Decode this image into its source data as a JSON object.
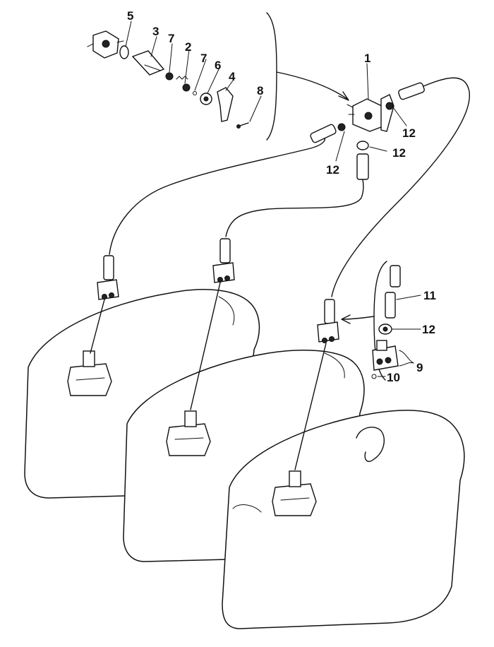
{
  "diagram": {
    "callouts": {
      "c1": "1",
      "c2": "2",
      "c3": "3",
      "c4": "4",
      "c5": "5",
      "c6": "6",
      "c7a": "7",
      "c7b": "7",
      "c8": "8",
      "c9": "9",
      "c10": "10",
      "c11": "11",
      "c12a": "12",
      "c12b": "12",
      "c12c": "12",
      "c12d": "12"
    },
    "colors": {
      "ink": "#111111",
      "paper": "#ffffff"
    }
  }
}
